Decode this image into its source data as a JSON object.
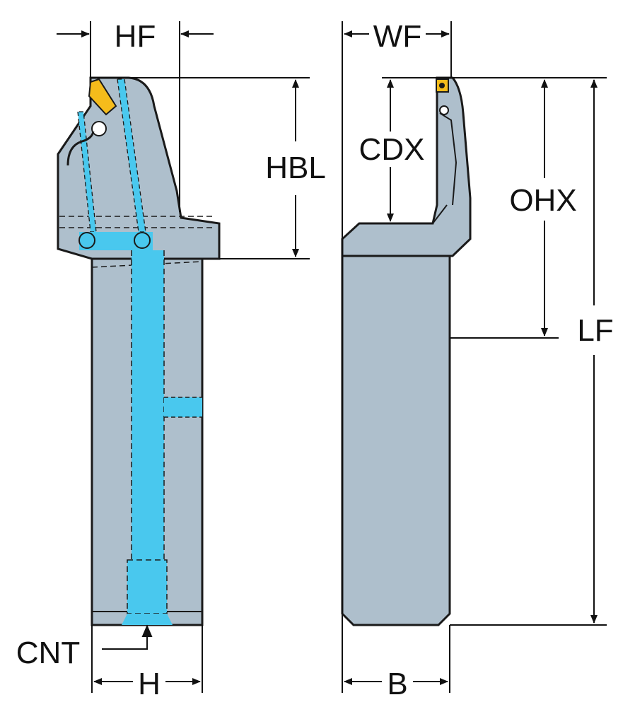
{
  "diagram": {
    "labels": {
      "hf": "HF",
      "wf": "WF",
      "hbl": "HBL",
      "cdx": "CDX",
      "ohx": "OHX",
      "lf": "LF",
      "cnt": "CNT",
      "h": "H",
      "b": "B"
    },
    "colors": {
      "body": "#aebfcc",
      "coolant": "#49c8ee",
      "insert": "#f5bc1b",
      "outline": "#1a1a1a",
      "background": "#ffffff"
    }
  }
}
